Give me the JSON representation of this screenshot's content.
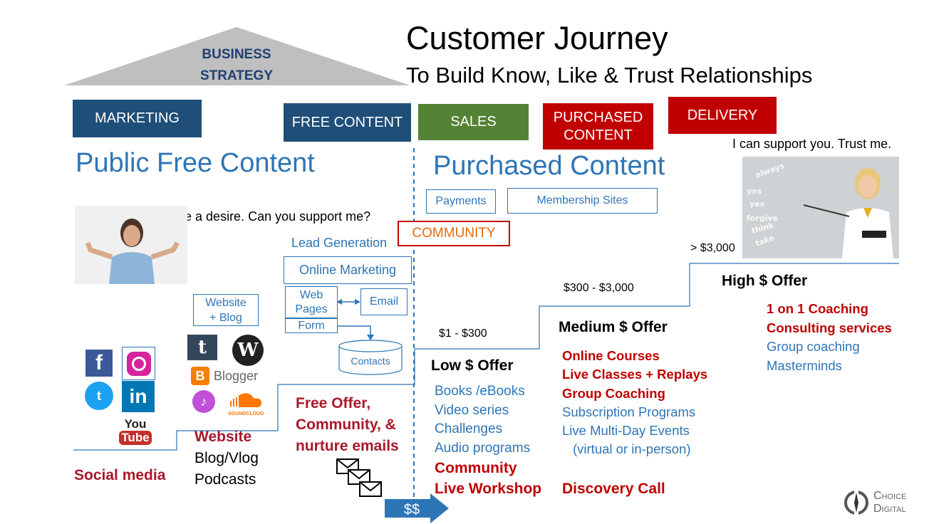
{
  "header": {
    "roof_line1": "BUSINESS",
    "roof_line2": "STRATEGY",
    "title": "Customer Journey",
    "subtitle": "To Build Know, Like & Trust Relationships"
  },
  "stages": {
    "marketing": "MARKETING",
    "free_content": "FREE CONTENT",
    "sales": "SALES",
    "purchased_line1": "PURCHASED",
    "purchased_line2": "CONTENT",
    "delivery": "DELIVERY"
  },
  "sections": {
    "public": "Public Free Content",
    "purchased": "Purchased Content"
  },
  "quotes": {
    "customer": "I have a desire. Can you support me?",
    "coach": "I can support you. Trust me."
  },
  "tools": {
    "payments": "Payments",
    "membership": "Membership Sites",
    "community": "COMMUNITY",
    "lead_gen": "Lead Generation",
    "online_marketing": "Online Marketing",
    "web_pages_1": "Web",
    "web_pages_2": "Pages",
    "email": "Email",
    "form": "Form",
    "contacts": "Contacts",
    "website_blog_1": "Website",
    "website_blog_2": "+ Blog"
  },
  "social": {
    "label": "Social media",
    "icons": [
      "facebook-icon",
      "instagram-icon",
      "twitter-icon",
      "linkedin-icon",
      "youtube-icon",
      "tumblr-icon",
      "wordpress-icon",
      "blogger-icon",
      "itunes-icon",
      "soundcloud-icon"
    ],
    "blogger_text": "Blogger",
    "soundcloud_text": "SOUNDCLOUD",
    "you": "You",
    "tube": "Tube"
  },
  "website_col": {
    "title": "Website",
    "line2": "Blog/Vlog",
    "line3": "Podcasts"
  },
  "free_offer": {
    "line1": "Free Offer,",
    "line2": "Community, &",
    "line3": "nurture emails"
  },
  "low": {
    "price": "$1 - $300",
    "title": "Low $ Offer",
    "items": [
      "Books /eBooks",
      "Video series",
      "Challenges",
      "Audio programs"
    ],
    "red_items": [
      "Community",
      "Live Workshop"
    ]
  },
  "medium": {
    "price": "$300 - $3,000",
    "title": "Medium $ Offer",
    "red_items": [
      "Online Courses",
      "Live Classes + Replays",
      "Group Coaching"
    ],
    "items": [
      "Subscription Programs",
      "Live Multi-Day Events",
      "(virtual or in-person)"
    ],
    "discovery": "Discovery Call"
  },
  "high": {
    "price": "> $3,000",
    "title": "High $ Offer",
    "red_items": [
      "1 on 1 Coaching",
      "Consulting services"
    ],
    "items": [
      "Group coaching",
      "Masterminds"
    ]
  },
  "money": "$$",
  "brand": {
    "line1": "Choice",
    "line2": "Digital"
  },
  "colors": {
    "stage_blue": "#1f4e79",
    "sales_green": "#548235",
    "purchased_red": "#c00000",
    "text_blue": "#2e75b6",
    "roof_gray": "#bfbfbf"
  }
}
